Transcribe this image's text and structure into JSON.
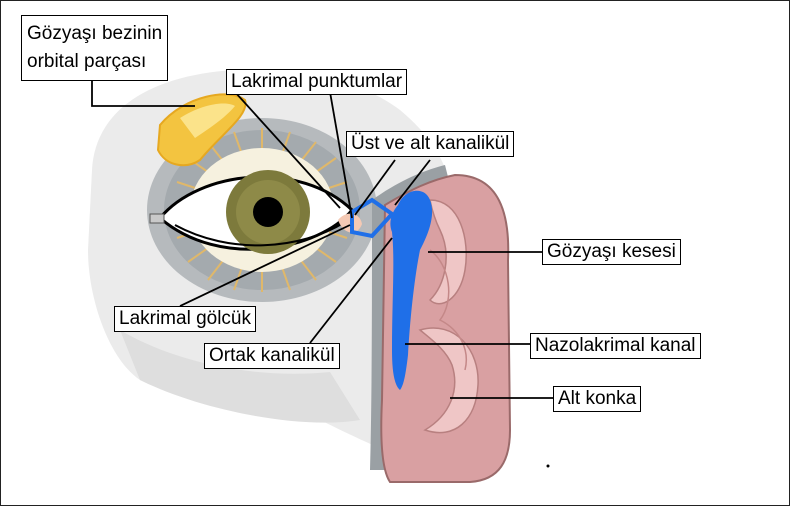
{
  "labels": {
    "lacrimal_gland": "Gözyaşı bezinin\norbital parçası",
    "punctum": "Lakrimal punktumlar",
    "canaliculi": "Üst ve alt kanalikül",
    "sac": "Gözyaşı kesesi",
    "lake": "Lakrimal gölcük",
    "common_canaliculus": "Ortak kanalikül",
    "nasolacrimal_duct": "Nazolakrimal kanal",
    "inferior_concha": "Alt konka"
  },
  "colors": {
    "drainage_system": "#1f6fe8",
    "nasal_wall": "#d9a0a2",
    "gland": "#f3c440",
    "iris": "#7d7a3c",
    "orbit_shadow": "#9aa0a4"
  }
}
